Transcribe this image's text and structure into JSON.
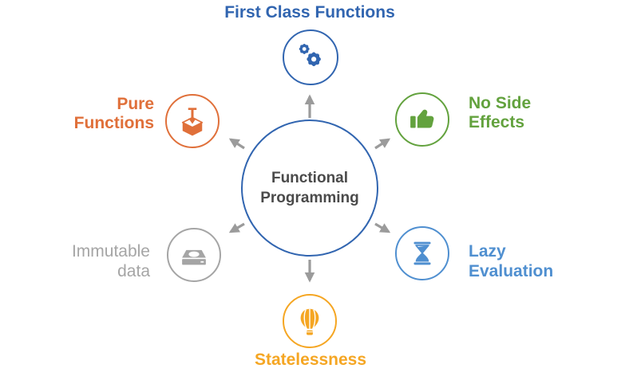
{
  "diagram": {
    "center": {
      "line1": "Functional",
      "line2": "Programming"
    },
    "nodes": {
      "first_class_functions": {
        "label": "First Class Functions",
        "icon": "gears-icon"
      },
      "no_side_effects": {
        "line1": "No Side",
        "line2": "Effects",
        "icon": "thumbs-up-icon"
      },
      "lazy_evaluation": {
        "line1": "Lazy",
        "line2": "Evaluation",
        "icon": "hourglass-icon"
      },
      "statelessness": {
        "label": "Statelessness",
        "icon": "hot-air-balloon-icon"
      },
      "immutable_data": {
        "line1": "Immutable",
        "line2": "data",
        "icon": "hard-drive-icon"
      },
      "pure_functions": {
        "line1": "Pure",
        "line2": "Functions",
        "icon": "box-arrow-icon"
      }
    },
    "colors": {
      "blue": "#3165b0",
      "light_blue": "#4f8fd0",
      "green": "#63a23e",
      "orange": "#e0703a",
      "amber": "#f5a623",
      "gray": "#a5a5a5",
      "arrow": "#9b9b9b",
      "center_text": "#4a4a4a"
    }
  }
}
